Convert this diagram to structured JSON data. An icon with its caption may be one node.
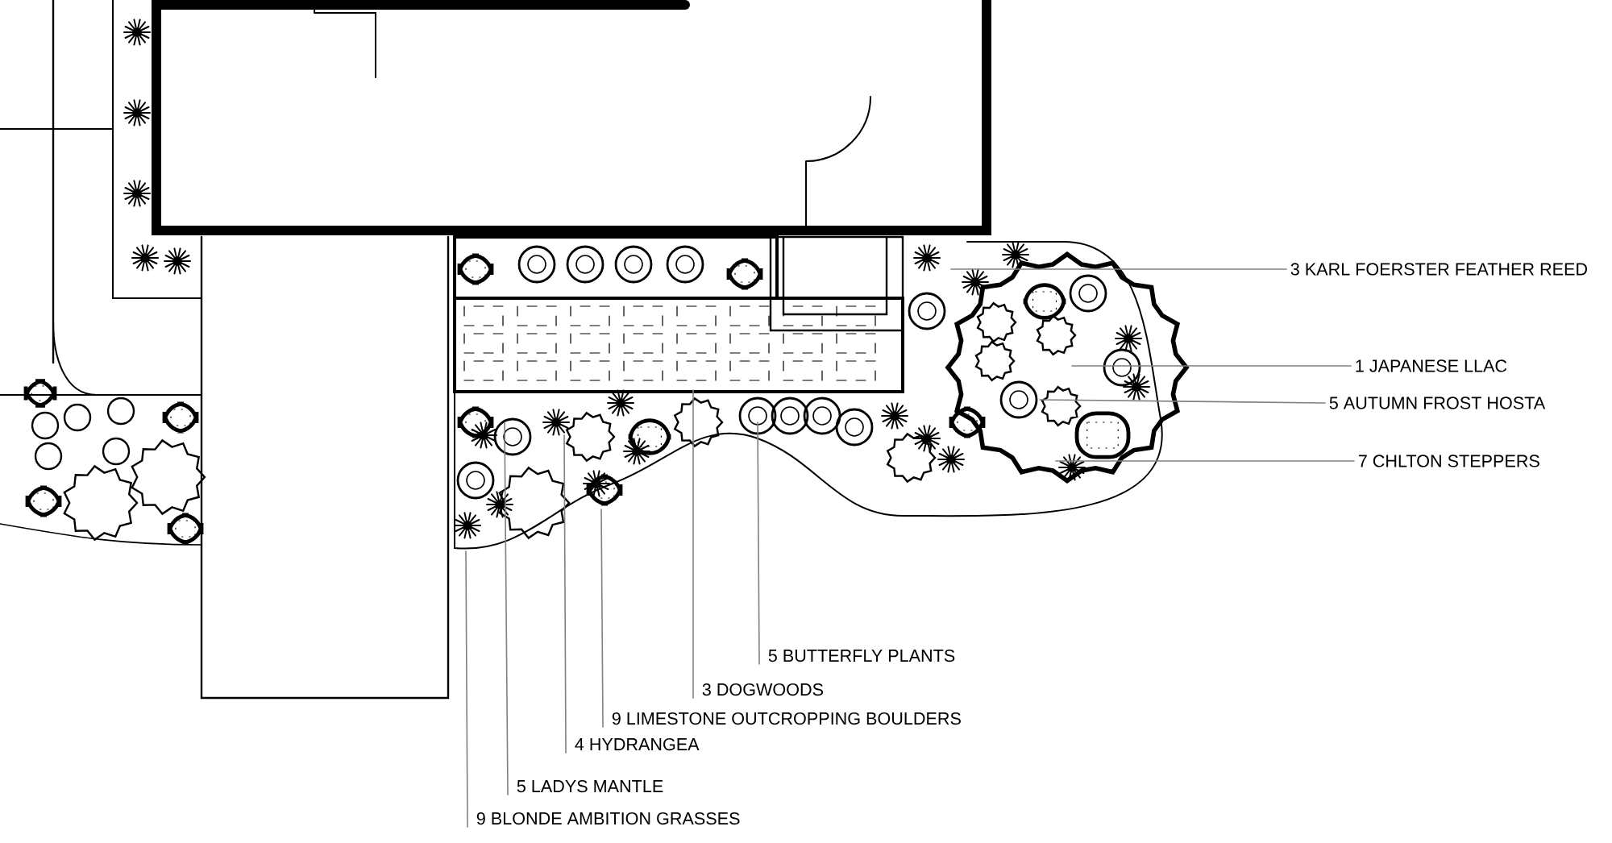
{
  "diagram": {
    "nodes": [
      {
        "text": [
          "3 KARL FOERSTER FEATHER REED"
        ]
      },
      {
        "text": [
          "1 JAPANESE LLAC"
        ]
      },
      {
        "text": [
          "5 AUTUMN FROST HOSTA"
        ]
      },
      {
        "text": [
          "7 CHLTON STEPPERS"
        ]
      },
      {
        "text": [
          "5 BUTTERFLY PLANTS"
        ]
      },
      {
        "text": [
          "3 DOGWOODS"
        ]
      },
      {
        "text": [
          "9 LIMESTONE OUTCROPPING BOULDERS"
        ]
      },
      {
        "text": [
          "4 HYDRANGEA"
        ]
      },
      {
        "text": [
          "5 LADYS MANTLE"
        ]
      },
      {
        "text": [
          "9 BLONDE AMBITION GRASSES"
        ]
      }
    ],
    "edges": [
      {
        "from": 0,
        "to": null,
        "arrow": "none"
      },
      {
        "from": 1,
        "to": null,
        "arrow": "none"
      },
      {
        "from": 2,
        "to": null,
        "arrow": "none"
      },
      {
        "from": 3,
        "to": null,
        "arrow": "none"
      },
      {
        "from": 4,
        "to": null,
        "arrow": "none"
      },
      {
        "from": 5,
        "to": null,
        "arrow": "none"
      },
      {
        "from": 6,
        "to": null,
        "arrow": "none"
      },
      {
        "from": 7,
        "to": null,
        "arrow": "none"
      },
      {
        "from": 8,
        "to": null,
        "arrow": "none"
      },
      {
        "from": 9,
        "to": null,
        "arrow": "none"
      }
    ]
  }
}
